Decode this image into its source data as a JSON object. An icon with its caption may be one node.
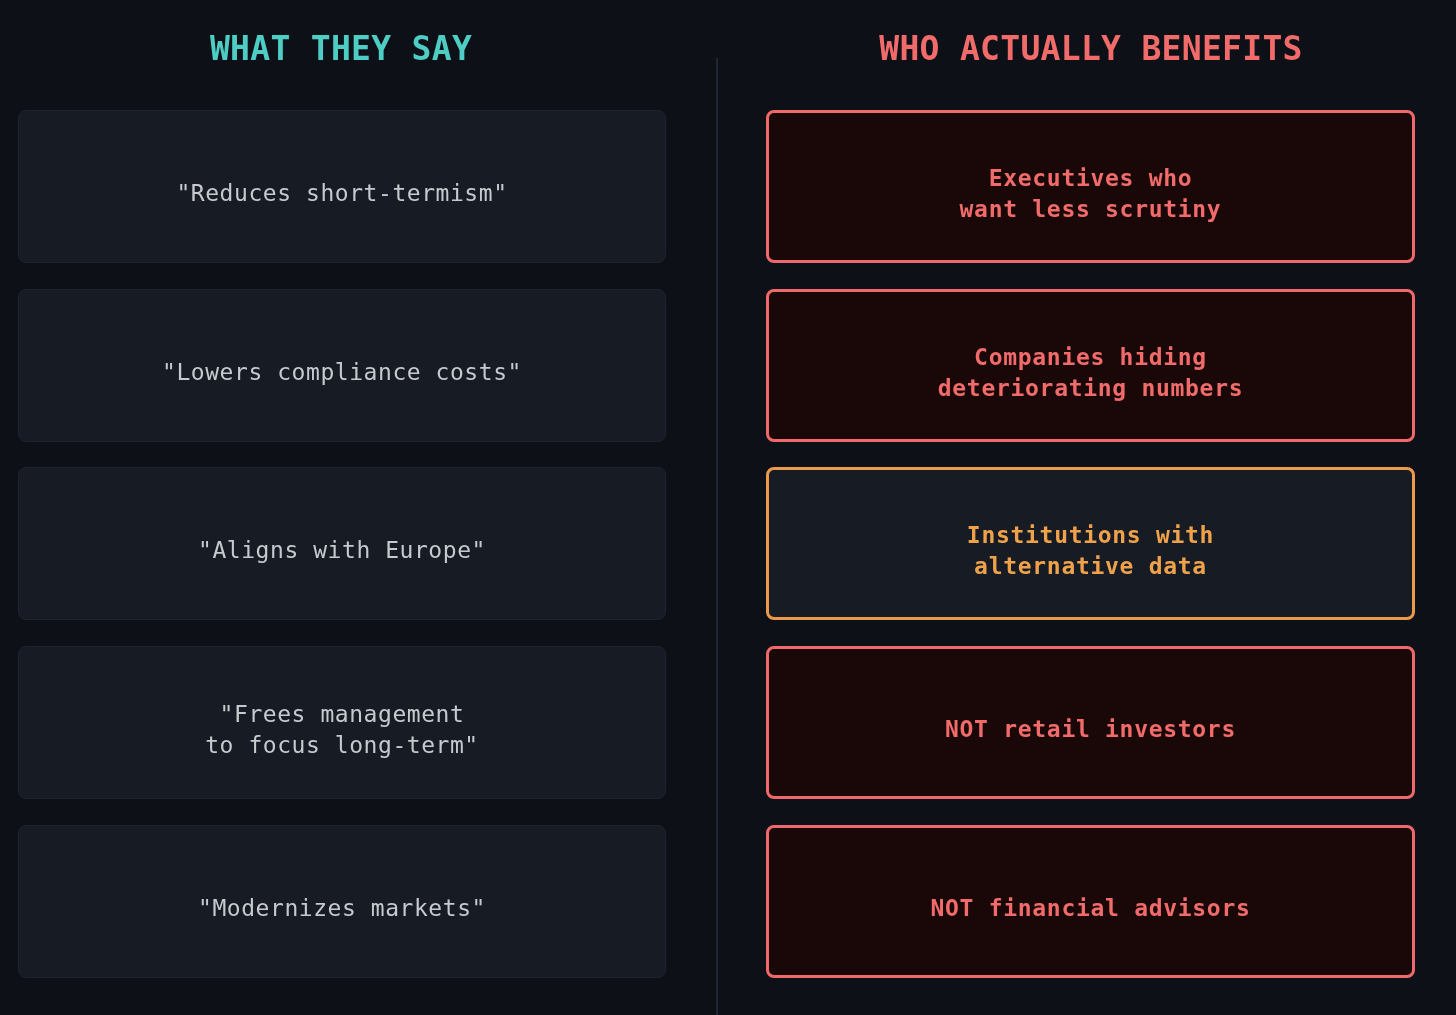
{
  "diagram": {
    "nodes": [
      {
        "text": [
          "\"Reduces short-termism\""
        ]
      },
      {
        "text": [
          "\"Lowers compliance costs\""
        ]
      },
      {
        "text": [
          "\"Aligns with Europe\""
        ]
      },
      {
        "text": [
          "\"Frees management to focus long-term\""
        ]
      },
      {
        "text": [
          "\"Modernizes markets\""
        ]
      },
      {
        "text": [
          "Executives who want less scrutiny"
        ]
      },
      {
        "text": [
          "Companies hiding deteriorating numbers"
        ]
      },
      {
        "text": [
          "Institutions with alternative data"
        ]
      },
      {
        "text": [
          "NOT retail investors"
        ]
      },
      {
        "text": [
          "NOT financial advisors"
        ]
      }
    ],
    "labels": [
      "WHAT THEY SAY",
      "WHO ACTUALLY BENEFITS"
    ]
  }
}
